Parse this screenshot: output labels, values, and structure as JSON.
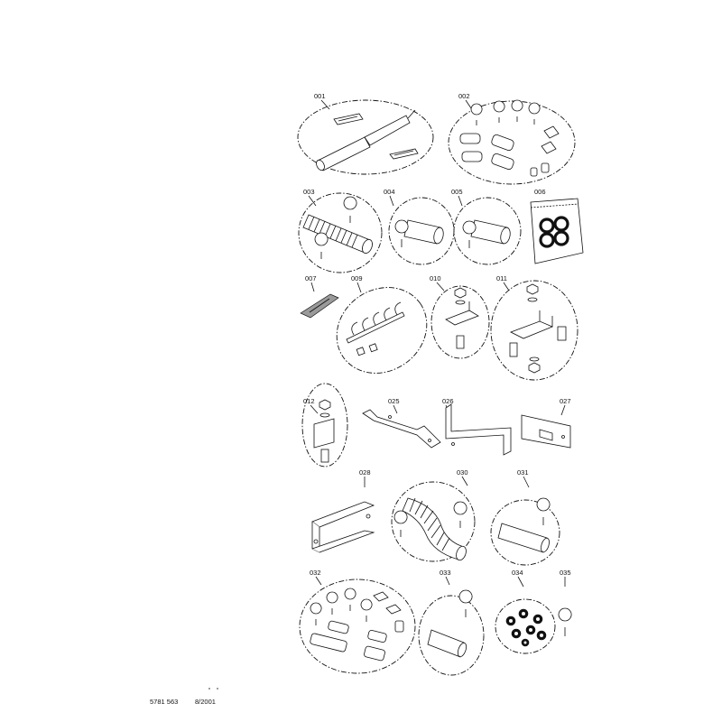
{
  "parts": [
    {
      "id": "001"
    },
    {
      "id": "002"
    },
    {
      "id": "003"
    },
    {
      "id": "004"
    },
    {
      "id": "005"
    },
    {
      "id": "006"
    },
    {
      "id": "007"
    },
    {
      "id": "009"
    },
    {
      "id": "010"
    },
    {
      "id": "011"
    },
    {
      "id": "012"
    },
    {
      "id": "025"
    },
    {
      "id": "026"
    },
    {
      "id": "027"
    },
    {
      "id": "028"
    },
    {
      "id": "030"
    },
    {
      "id": "031"
    },
    {
      "id": "032"
    },
    {
      "id": "033"
    },
    {
      "id": "034"
    },
    {
      "id": "035"
    }
  ],
  "footer": {
    "doc_number": "5781 563",
    "date": "8/2001"
  }
}
